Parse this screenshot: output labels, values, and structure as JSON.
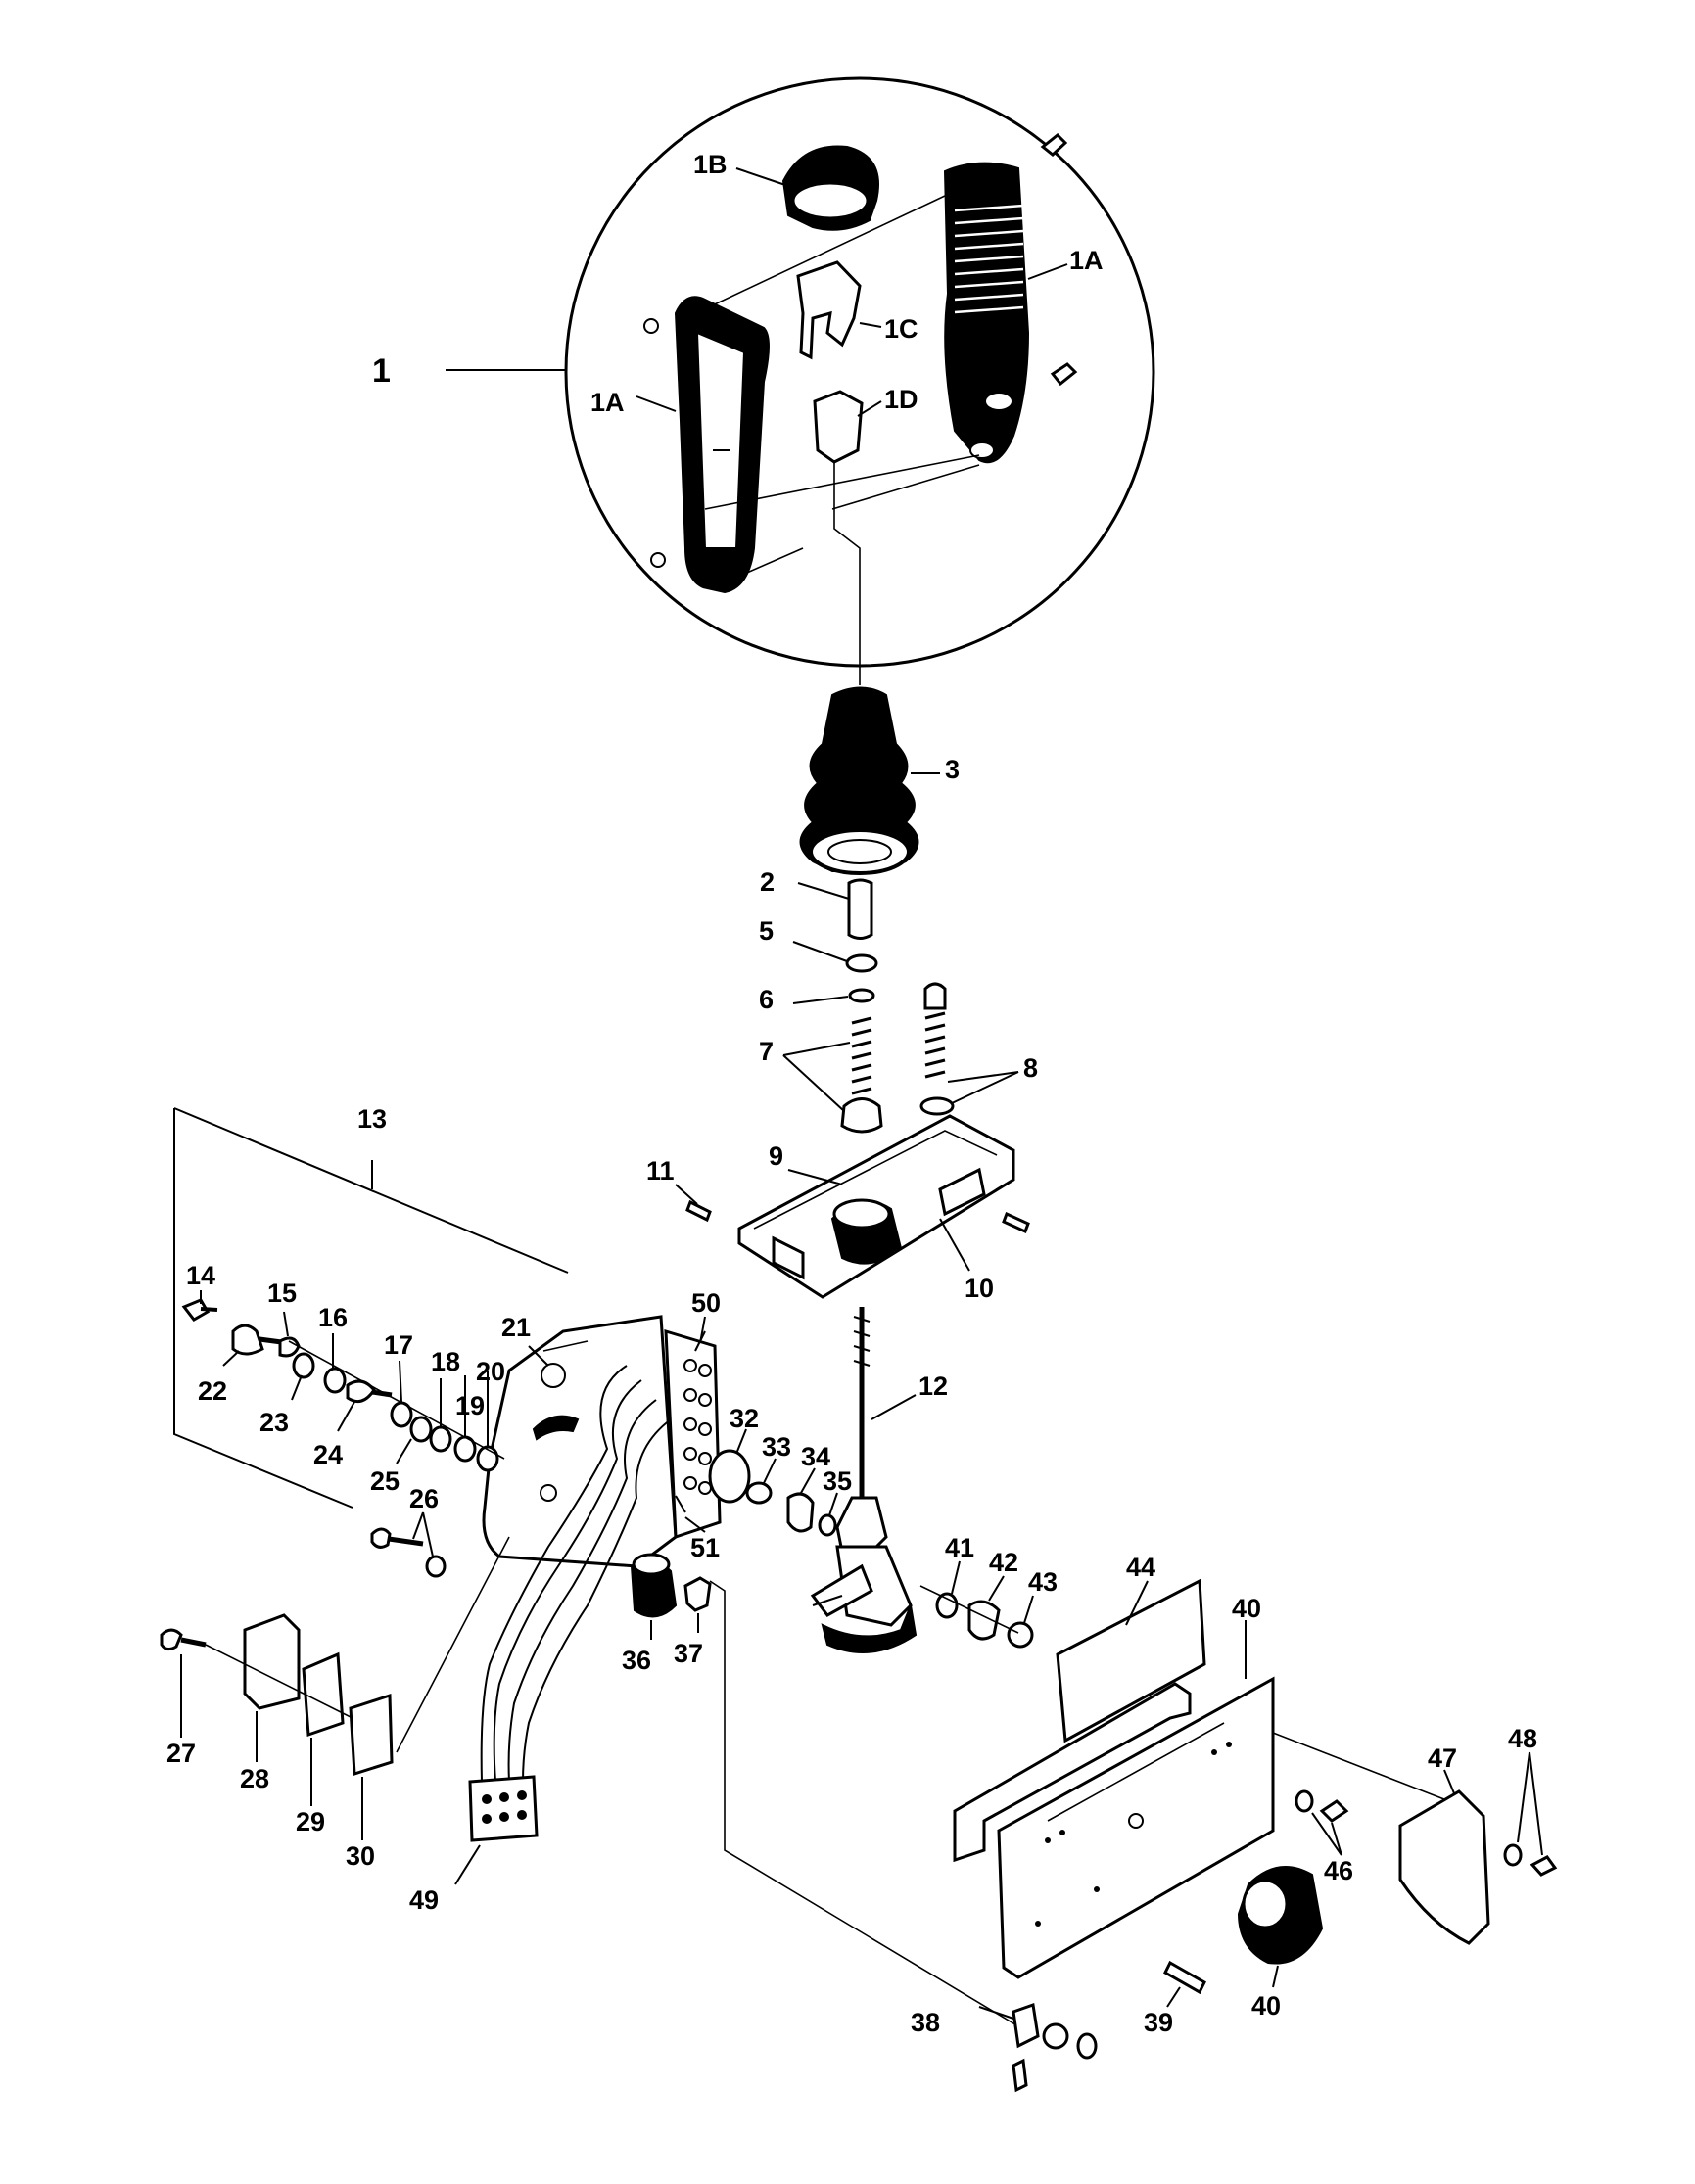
{
  "callouts": {
    "c1": "1",
    "c1a_left": "1A",
    "c1a_right": "1A",
    "c1b": "1B",
    "c1c": "1C",
    "c1d": "1D",
    "c2": "2",
    "c3": "3",
    "c5": "5",
    "c6": "6",
    "c7": "7",
    "c8": "8",
    "c9": "9",
    "c10": "10",
    "c11": "11",
    "c12": "12",
    "c13": "13",
    "c14": "14",
    "c15": "15",
    "c16": "16",
    "c17": "17",
    "c18": "18",
    "c19": "19",
    "c20": "20",
    "c21": "21",
    "c22": "22",
    "c23": "23",
    "c24": "24",
    "c25": "25",
    "c26": "26",
    "c27": "27",
    "c28": "28",
    "c29": "29",
    "c30": "30",
    "c32": "32",
    "c33": "33",
    "c34": "34",
    "c35": "35",
    "c36": "36",
    "c37": "37",
    "c38": "38",
    "c39": "39",
    "c40_top": "40",
    "c40_bottom": "40",
    "c41": "41",
    "c42": "42",
    "c43": "43",
    "c44": "44",
    "c46": "46",
    "c47": "47",
    "c48": "48",
    "c49": "49",
    "c50": "50",
    "c51": "51"
  }
}
